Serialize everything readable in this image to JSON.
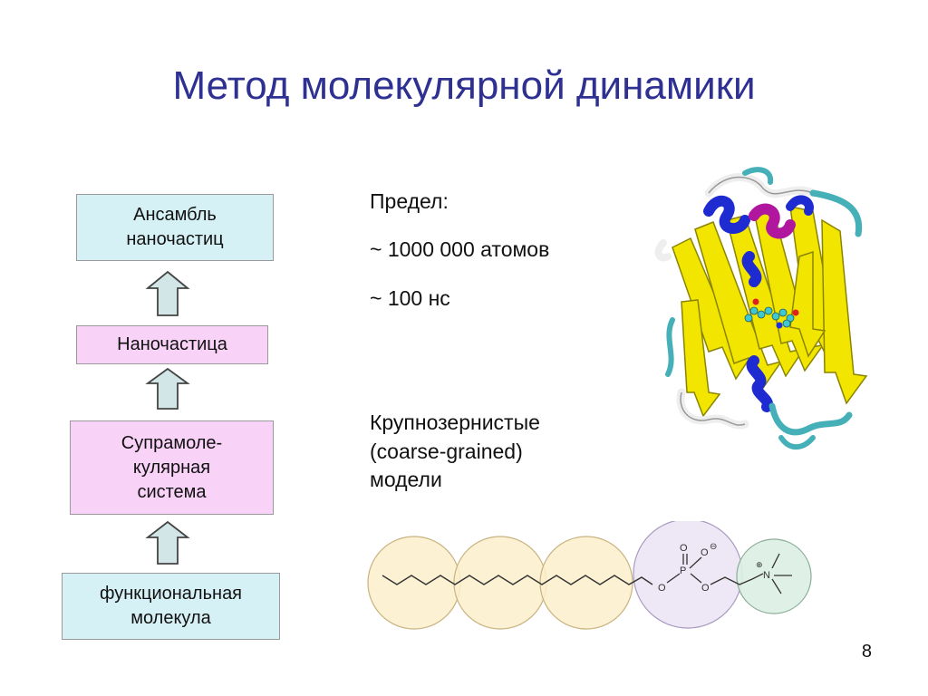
{
  "slide": {
    "title": "Метод молекулярной динамики",
    "page_number": "8"
  },
  "hierarchy": {
    "boxes": [
      {
        "label": "Ансамбль\nнаночастиц"
      },
      {
        "label": "Наночастица"
      },
      {
        "label": "Супрамоле-\nкулярная\nсистема"
      },
      {
        "label": "функциональная\nмолекула"
      }
    ]
  },
  "limits": {
    "heading": "Предел:",
    "atoms": "~ 1000 000 атомов",
    "time": "~ 100 нс"
  },
  "coarse": {
    "line1": "Крупнозернистые",
    "line2": "(coarse-grained)",
    "line3": "модели"
  },
  "molecule": {
    "atom_o": "O",
    "atom_p": "P",
    "atom_n": "N",
    "plus": "⊕",
    "minus": "⊖"
  },
  "colors": {
    "title": "#2e3192",
    "cyan_box": "#d6f1f5",
    "pink_box": "#f8d2f7",
    "bead_tail": "#fbeecb",
    "bead_phosphate": "#ece4f4",
    "bead_choline": "#dcefe4",
    "sheet_yellow": "#f2e600",
    "helix_blue": "#1d2bd1",
    "helix_magenta": "#b0169e",
    "coil_teal": "#46b0b8"
  }
}
